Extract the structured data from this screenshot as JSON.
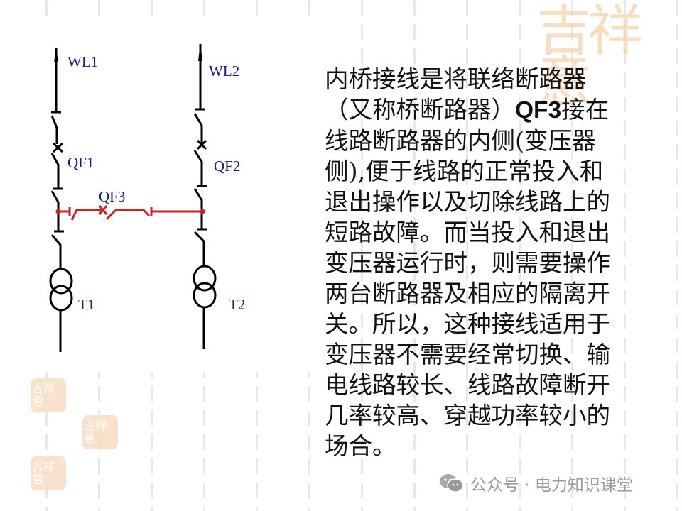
{
  "diagram": {
    "title": "内桥接线",
    "labels": {
      "wl1": "WL1",
      "wl2": "WL2",
      "qf1": "QF1",
      "qf2": "QF2",
      "qf3": "QF3",
      "t1": "T1",
      "t2": "T2"
    },
    "colors": {
      "line": "#000000",
      "bridge": "#cc2222",
      "label": "#1a1a8c"
    }
  },
  "description": {
    "lines": [
      "内桥接线是将联络断路器",
      "（又称桥断路器）",
      "线路断路器的内侧(变压器",
      "侧),便于线路的正常投入和",
      "退出操作以及切除线路上的",
      "短路故障。而当投入和退出",
      "变压器运行时，则需要操作",
      "两台断路器及相应的隔离开",
      "关。所以，这种接线适用于",
      "变压器不需要经常切换、输",
      "电线路较长、线路故障断开",
      "几率较高、穿越功率较小的",
      "场合。"
    ],
    "line2_bold": "QF3",
    "line2_tail": "接在"
  },
  "watermark": {
    "seal_text": "吉祥意",
    "footer_icon": "wechat-icon",
    "footer_text": "公众号 · 电力知识课堂"
  }
}
